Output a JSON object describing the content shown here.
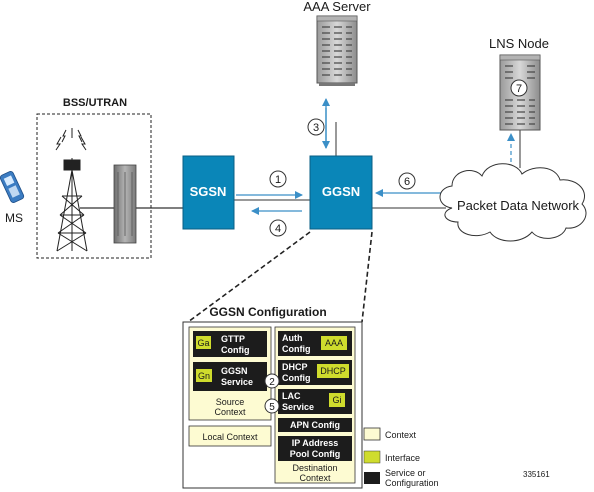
{
  "nodes": {
    "aaa_server": "AAA Server",
    "lns_node": "LNS Node",
    "bss_utran": "BSS/UTRAN",
    "ms": "MS",
    "sgsn": "SGSN",
    "ggsn": "GGSN",
    "packet_data_network": "Packet Data Network"
  },
  "steps": [
    "1",
    "2",
    "3",
    "4",
    "5",
    "6",
    "7"
  ],
  "config": {
    "title": "GGSN Configuration",
    "source": {
      "gtpp": {
        "iface": "Ga",
        "line1": "GTTP",
        "line2": "Config"
      },
      "ggsn_service": {
        "iface": "Gn",
        "line1": "GGSN",
        "line2": "Service"
      },
      "label_line1": "Source",
      "label_line2": "Context"
    },
    "local_context": "Local Context",
    "destination": {
      "auth": {
        "line1": "Auth",
        "line2": "Config",
        "iface": "AAA"
      },
      "dhcp": {
        "line1": "DHCP",
        "line2": "Config",
        "iface": "DHCP"
      },
      "lac": {
        "line1": "LAC",
        "line2": "Service",
        "iface": "Gi"
      },
      "apn": "APN Config",
      "ip_pool": {
        "line1": "IP Address",
        "line2": "Pool Config"
      },
      "label_line1": "Destination",
      "label_line2": "Context"
    }
  },
  "legend": {
    "context": "Context",
    "interface": "Interface",
    "service_line1": "Service or",
    "service_line2": "Configuration"
  },
  "figure_id": "335161",
  "colors": {
    "node_blue": "#0a86b8",
    "context_fill": "#fdfbd2",
    "interface_fill": "#cfdc2d",
    "service_fill": "#1c1c1c",
    "arrow_blue": "#3b8fc7"
  }
}
